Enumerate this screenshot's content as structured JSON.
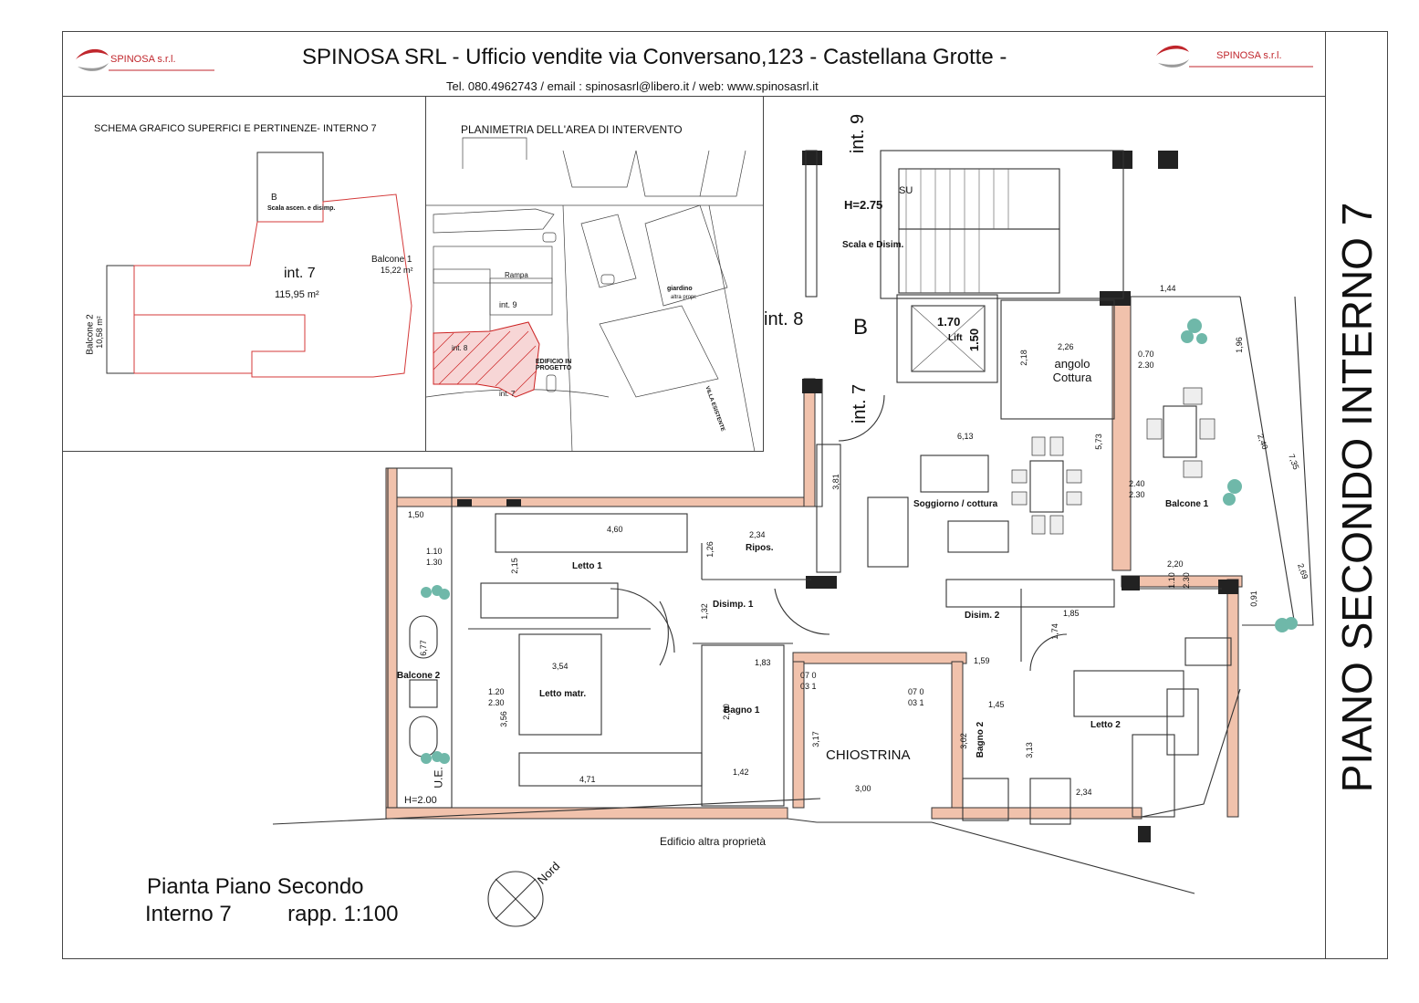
{
  "header": {
    "title": "SPINOSA SRL - Ufficio vendite via Conversano,123 - Castellana Grotte -",
    "contact": "Tel. 080.4962743  /  email : spinosasrl@libero.it  / web: www.spinosasrl.it",
    "logo_text": "SPINOSA s.r.l.",
    "brand_color": "#c0262c"
  },
  "vertical_title": "PIANO SECONDO INTERNO 7",
  "schema": {
    "title": "SCHEMA GRAFICO SUPERFICI E PERTINENZE- INTERNO 7",
    "b_label": "B",
    "b_desc": "Scala ascen. e disimp.",
    "int_label": "int. 7",
    "int_area": "115,95 m²",
    "balcone1": "Balcone 1",
    "balcone1_area": "15,22 m²",
    "balcone2": "Balcone 2",
    "balcone2_area": "10,58 m²"
  },
  "planimetria": {
    "title": "PLANIMETRIA DELL'AREA DI INTERVENTO",
    "labels": [
      "int. 9",
      "int. 8",
      "int. 7",
      "EDIFICIO IN PROGETTO",
      "VILLA ESISTENTE",
      "giardino",
      "Rampa",
      "altra propr."
    ]
  },
  "plan": {
    "neighbors": [
      "int. 9",
      "int. 8",
      "int. 7",
      "B"
    ],
    "scala": {
      "height": "H=2.75",
      "label": "Scala e Disim.",
      "su": "SU"
    },
    "lift": {
      "label": "Lift",
      "w": "1.70",
      "h": "1.50"
    },
    "rooms": [
      {
        "id": "angolo-cottura",
        "name": "angolo Cottura"
      },
      {
        "id": "soggiorno",
        "name": "Soggiorno / cottura"
      },
      {
        "id": "balcone-1",
        "name": "Balcone 1"
      },
      {
        "id": "letto-1",
        "name": "Letto 1"
      },
      {
        "id": "ripos",
        "name": "Ripos."
      },
      {
        "id": "disimp-1",
        "name": "Disimp. 1"
      },
      {
        "id": "disimp-2",
        "name": "Disim. 2"
      },
      {
        "id": "letto-matr",
        "name": "Letto matr."
      },
      {
        "id": "bagno-1",
        "name": "Bagno 1"
      },
      {
        "id": "bagno-2",
        "name": "Bagno 2"
      },
      {
        "id": "chiostrina",
        "name": "CHIOSTRINA"
      },
      {
        "id": "letto-2",
        "name": "Letto 2"
      },
      {
        "id": "balcone-2",
        "name": "Balcone 2"
      }
    ],
    "other_labels": {
      "edificio": "Edificio altra proprietà",
      "nord": "Nord",
      "ue": "U.E.",
      "h200": "H=2.00"
    },
    "dims": [
      "1,44",
      "1,96",
      "2,40",
      "7,35",
      "2,69",
      "0,91",
      "2,20",
      "2,26",
      "2,18",
      "6,13",
      "5,73",
      "0.70",
      "2.30",
      "2.40",
      "2.30",
      "1.10",
      "2.30",
      "3,81",
      "1,50",
      "1.10",
      "1.30",
      "4,60",
      "2,15",
      "2,34",
      "1,26",
      "1,32",
      "1,85",
      "1,74",
      "1,59",
      "1,83",
      "3,54",
      "6,77",
      "1.20",
      "2.30",
      "3,56",
      "4,71",
      "2,60",
      "1,42",
      "07 0",
      "03 1",
      "07 0",
      "03 1",
      "1,45",
      "3,17",
      "3,00",
      "3,02",
      "3,13",
      "2,34"
    ]
  },
  "plan_title": {
    "line1": "Pianta Piano Secondo",
    "line2_a": "Interno 7",
    "line2_b": "rapp. 1:100"
  }
}
